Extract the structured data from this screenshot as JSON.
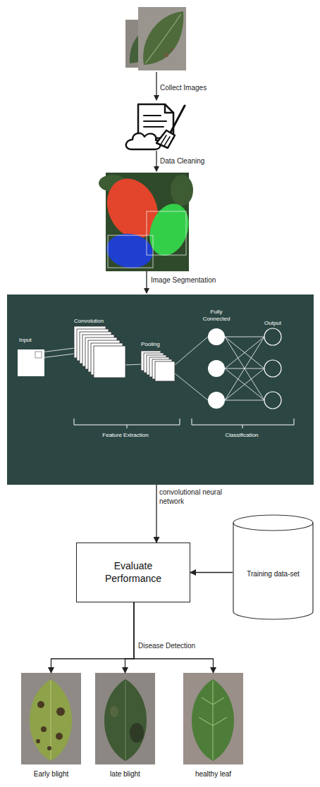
{
  "diagram": {
    "nodes": [
      {
        "text": [
          "Input",
          "Convolution",
          "Pooling",
          "Fully Connected",
          "Output",
          "Feature Extraction",
          "Classification"
        ]
      },
      {
        "text": [
          "Evaluate Performance"
        ]
      },
      {
        "text": [
          "Training data-set"
        ]
      },
      {
        "text": [
          "Early blight"
        ]
      },
      {
        "text": [
          "late blight"
        ]
      },
      {
        "text": [
          "healthy leaf"
        ]
      }
    ],
    "edges": [
      {
        "from": 0,
        "to": 1,
        "label": "convolutional neural network",
        "arrow": "to"
      },
      {
        "from": 2,
        "to": 1,
        "arrow": "to"
      },
      {
        "from": 1,
        "to": 3,
        "arrow": "to"
      },
      {
        "from": 1,
        "to": 4,
        "arrow": "to"
      },
      {
        "from": 1,
        "to": 5,
        "arrow": "to"
      }
    ],
    "labels": [
      "Collect Images",
      "Data Cleaning",
      "Image Segmentation",
      "Disease Detection"
    ]
  }
}
